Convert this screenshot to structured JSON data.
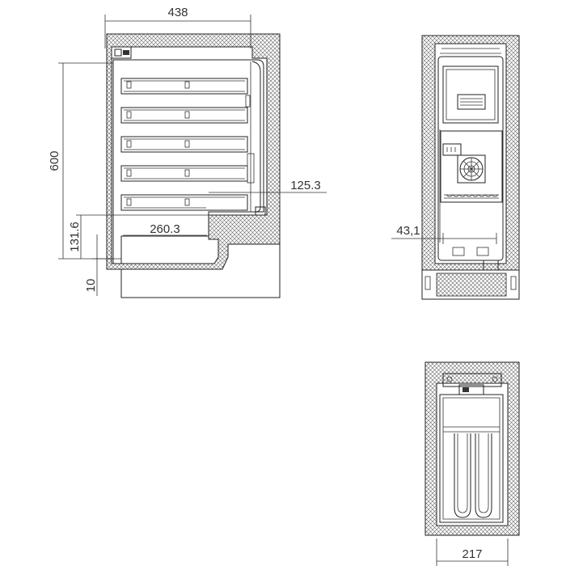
{
  "drawing": {
    "views": [
      "side-section",
      "front-view",
      "top-section"
    ]
  },
  "dimensions": {
    "overall_depth": "438",
    "height": "600",
    "offset_125": "125.3",
    "step_depth": "260.3",
    "step_height": "131.6",
    "base_height": "10",
    "front_offset": "43,1",
    "top_width": "217"
  },
  "colors": {
    "line": "#222222",
    "hatch": "#555555",
    "text": "#333333"
  }
}
